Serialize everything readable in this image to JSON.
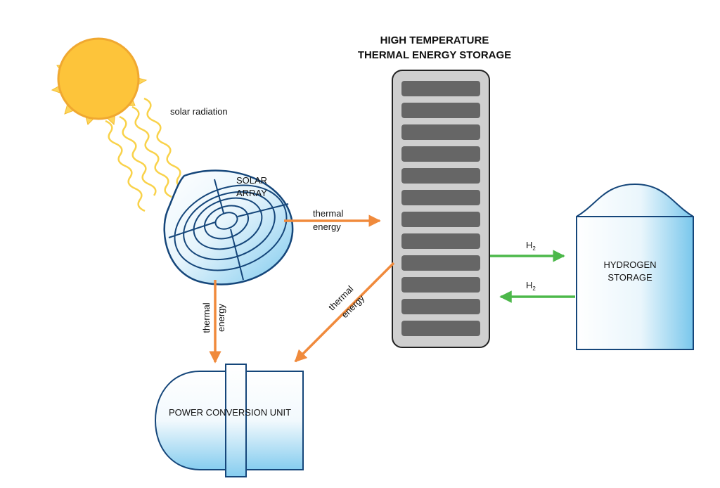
{
  "storage_title": {
    "line1": "HIGH TEMPERATURE",
    "line2": "THERMAL ENERGY STORAGE"
  },
  "labels": {
    "solar_radiation": "solar radiation",
    "solar_array_line1": "SOLAR",
    "solar_array_line2": "ARRAY",
    "thermal_right_line1": "thermal",
    "thermal_right_line2": "energy",
    "thermal_down_line1": "thermal",
    "thermal_down_line2": "energy",
    "thermal_diag_line1": "thermal",
    "thermal_diag_line2": "energy",
    "h2_out": "H",
    "h2_out_sub": "2",
    "h2_in": "H",
    "h2_in_sub": "2",
    "hydrogen_line1": "HYDROGEN",
    "hydrogen_line2": "STORAGE",
    "power_unit": "POWER CONVERSION UNIT"
  },
  "colors": {
    "thermal_arrow": "#f08a3c",
    "hydrogen_arrow": "#4cb84a",
    "outline": "#15467a",
    "sun_fill": "#fdc43a",
    "sun_rays": "#fdd55a",
    "storage_fill": "#cfcfcf",
    "storage_block": "#666666",
    "light_blue": "#8fd0ee"
  }
}
